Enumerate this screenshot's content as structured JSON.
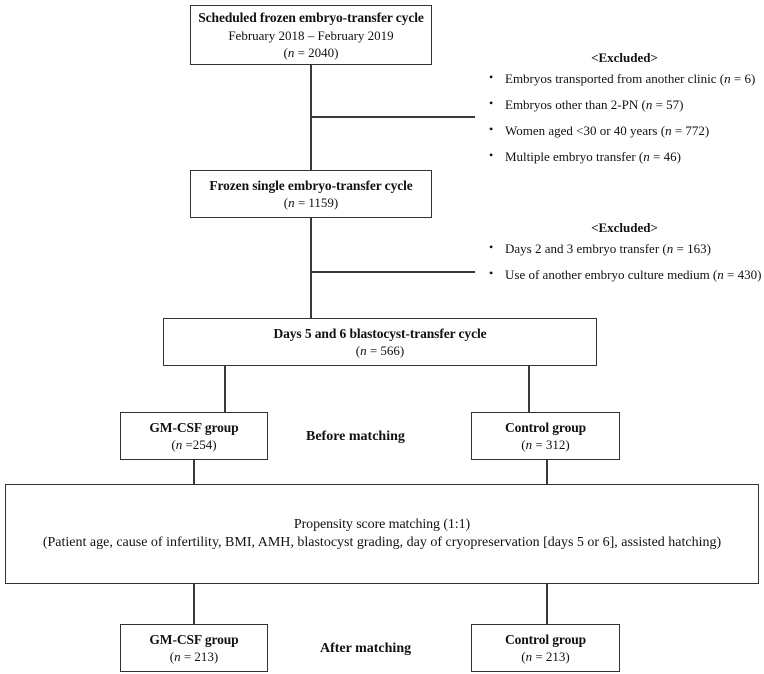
{
  "figure": {
    "type": "study-flow-diagram",
    "accent": "#333333"
  },
  "boxes": {
    "scheduled": {
      "title": "Scheduled frozen embryo-transfer cycle",
      "period": "February 2018 – February 2019",
      "n_prefix": "(",
      "n_italic": "n",
      "n_value": " = 2040)"
    },
    "single_et": {
      "title": "Frozen single embryo-transfer cycle",
      "n_prefix": "(",
      "n_italic": "n",
      "n_value": " = 1159)"
    },
    "blastocyst": {
      "title": "Days 5 and 6 blastocyst-transfer cycle",
      "n_prefix": "(",
      "n_italic": "n",
      "n_value": " = 566)"
    },
    "gmcsf_before": {
      "title": "GM-CSF group",
      "n_prefix": "(",
      "n_italic": "n",
      "n_value": " =254)"
    },
    "control_before": {
      "title": "Control group",
      "n_prefix": "(",
      "n_italic": "n",
      "n_value": " = 312)"
    },
    "psm": {
      "line1": "Propensity score matching (1:1)",
      "line2": "(Patient age, cause of infertility, BMI, AMH, blastocyst grading, day of cryopreservation [days 5 or 6], assisted hatching)"
    },
    "gmcsf_after": {
      "title": "GM-CSF group",
      "n_prefix": "(",
      "n_italic": "n",
      "n_value": " = 213)"
    },
    "control_after": {
      "title": "Control group",
      "n_prefix": "(",
      "n_italic": "n",
      "n_value": " = 213)"
    }
  },
  "excluded_1": {
    "heading": "<Excluded>",
    "bullet_glyph": "•",
    "items": [
      {
        "text": "Embryos transported from another clinic (",
        "italic": "n",
        "tail": " = 6)"
      },
      {
        "text": "Embryos other than 2-PN (",
        "italic": "n",
        "tail": " = 57)"
      },
      {
        "text": "Women aged <30 or  40  years (",
        "italic": "n",
        "tail": " = 772)"
      },
      {
        "text": "Multiple embryo transfer (",
        "italic": "n",
        "tail": " = 46)"
      }
    ]
  },
  "excluded_2": {
    "heading": "<Excluded>",
    "bullet_glyph": "•",
    "items": [
      {
        "text": "Days 2 and 3 embryo transfer (",
        "italic": "n",
        "tail": " = 163)"
      },
      {
        "text": "Use of another embryo culture medium (",
        "italic": "n",
        "tail": " = 430)"
      }
    ]
  },
  "stage_labels": {
    "before": "Before matching",
    "after": "After matching"
  }
}
